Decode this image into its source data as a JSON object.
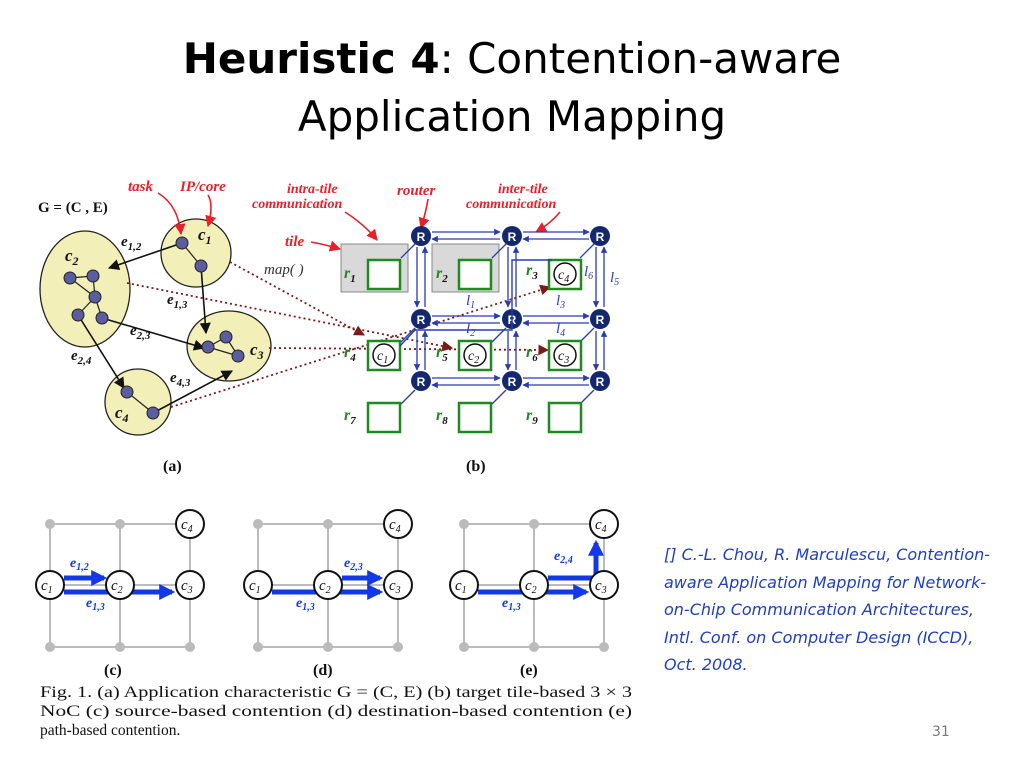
{
  "slide": {
    "title_bold": "Heuristic 4",
    "title_rest_line1": ": Contention-aware",
    "title_line2": "Application Mapping",
    "reference": "[] C.-L. Chou, R. Marculescu, Contention-aware Application Mapping for Network-on-Chip Communication Architectures, Intl. Conf. on Computer Design (ICCD), Oct. 2008.",
    "page_number": "31"
  },
  "figure": {
    "graph_label": "G = (C , E)",
    "annotations": {
      "task": "task",
      "ip_core": "IP/core",
      "intra_tile_1": "intra-tile",
      "intra_tile_2": "communication",
      "router": "router",
      "inter_tile_1": "inter-tile",
      "inter_tile_2": "communication",
      "tile": "tile",
      "map": "map( )"
    },
    "router_label": "R",
    "app_graph": {
      "cores": [
        "c",
        "c",
        "c",
        "c"
      ],
      "core_subscripts": [
        "1",
        "2",
        "3",
        "4"
      ],
      "edges": [
        {
          "name": "e",
          "sub": "1,2"
        },
        {
          "name": "e",
          "sub": "1,3"
        },
        {
          "name": "e",
          "sub": "2,3"
        },
        {
          "name": "e",
          "sub": "2,4"
        },
        {
          "name": "e",
          "sub": "4,3"
        }
      ]
    },
    "tiles": {
      "names": [
        "r",
        "r",
        "r",
        "r",
        "r",
        "r",
        "r",
        "r",
        "r"
      ],
      "subscripts": [
        "1",
        "2",
        "3",
        "4",
        "5",
        "6",
        "7",
        "8",
        "9"
      ],
      "mapped": [
        {
          "core": "c",
          "sub": "4",
          "tile": "r3"
        },
        {
          "core": "c",
          "sub": "1",
          "tile": "r4"
        },
        {
          "core": "c",
          "sub": "2",
          "tile": "r5"
        },
        {
          "core": "c",
          "sub": "3",
          "tile": "r6"
        }
      ]
    },
    "links": [
      {
        "name": "l",
        "sub": "1"
      },
      {
        "name": "l",
        "sub": "2"
      },
      {
        "name": "l",
        "sub": "3"
      },
      {
        "name": "l",
        "sub": "4"
      },
      {
        "name": "l",
        "sub": "5"
      },
      {
        "name": "l",
        "sub": "6"
      }
    ],
    "sub_labels": [
      "(a)",
      "(b)",
      "(c)",
      "(d)",
      "(e)"
    ],
    "contention": {
      "c": {
        "e_top": "1,2",
        "e_bottom": "1,3"
      },
      "d": {
        "e_top": "2,3",
        "e_bottom": "1,3"
      },
      "e": {
        "e_top": "2,4",
        "e_bottom": "1,3"
      }
    },
    "caption_lines": [
      "Fig. 1. (a) Application characteristic G = (C, E) (b) target tile-based 3 × 3",
      "NoC (c) source-based contention (d) destination-based contention (e)",
      "path-based contention."
    ]
  },
  "colors": {
    "annotation_red": "#e8202a",
    "router_navy": "#14286e",
    "link_blue": "#2a3cb0",
    "tile_green": "#1f8a1f",
    "core_blob": "#f3efb8",
    "node": "#5a5e9e",
    "mapping_dots": "#7a1a1a",
    "path_blue": "#1238e8",
    "reference_blue": "#1f3fbf"
  }
}
